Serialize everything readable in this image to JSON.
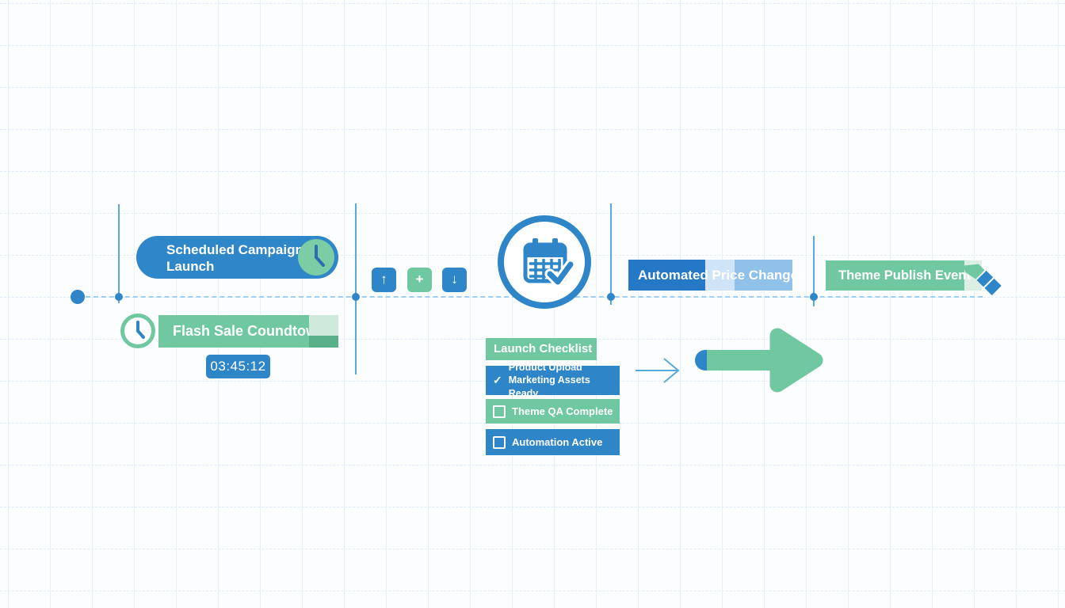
{
  "palette": {
    "blue": "#2e86c9",
    "dark_blue": "#2478c6",
    "light_blue_segment": "#cfe4f7",
    "mid_blue_segment": "#90c1ea",
    "green": "#70c8a0",
    "light_green": "#cfe9dc",
    "dark_green": "#58b189",
    "timeline_blue": "#9fcfec",
    "background": "#fcfdff"
  },
  "scheduled_campaign": {
    "line1": "Scheduled Campaign",
    "line2": "Launch",
    "icon": "clock-icon"
  },
  "flash_sale": {
    "label": "Flash Sale Coundtowm",
    "countdown": "03:45:12",
    "icon": "clock-icon"
  },
  "arrow_buttons": {
    "up": "↑",
    "plus": "+",
    "down": "↓"
  },
  "calendar_badge": {
    "icon": "calendar-check-icon"
  },
  "checklist": {
    "title": "Launch Checklist",
    "items": [
      {
        "line1": "Product Upload",
        "line2": "Marketing Assets Ready",
        "check": "✓",
        "checked": true
      },
      {
        "label": "Theme QA Complete",
        "checked": false
      },
      {
        "label": "Automation Active",
        "checked": false
      }
    ]
  },
  "price_changes": {
    "label": "Automated Price Changes"
  },
  "theme_publish": {
    "label": "Theme Publish Event",
    "icon": "paintbrush-icon"
  }
}
